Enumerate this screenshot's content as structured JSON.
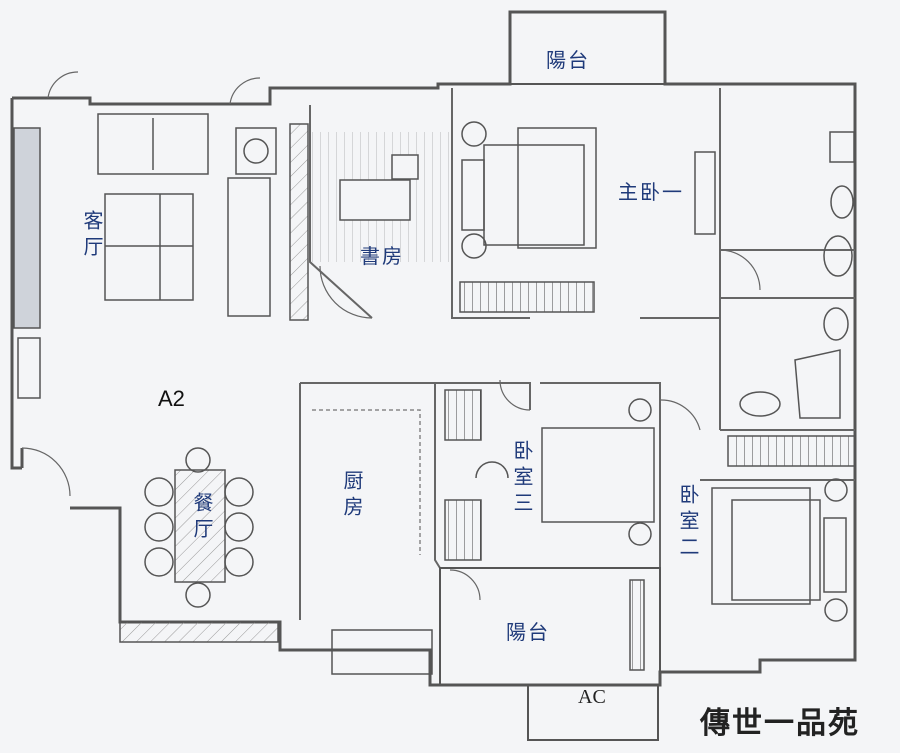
{
  "plan": {
    "unit_code": "A2",
    "project_name": "傳世一品苑",
    "rooms": {
      "living_room": "客厅",
      "study": "書房",
      "master_bedroom": "主卧一",
      "dining_room": "餐厅",
      "kitchen": "厨房",
      "bedroom_3": "卧室三",
      "bedroom_2": "卧室二",
      "balcony_top": "陽台",
      "balcony_bottom": "陽台"
    },
    "ac_label": "AC"
  },
  "colors": {
    "wall": "#555555",
    "handwriting": "#1f3a7a",
    "paper": "#f4f5f7"
  }
}
